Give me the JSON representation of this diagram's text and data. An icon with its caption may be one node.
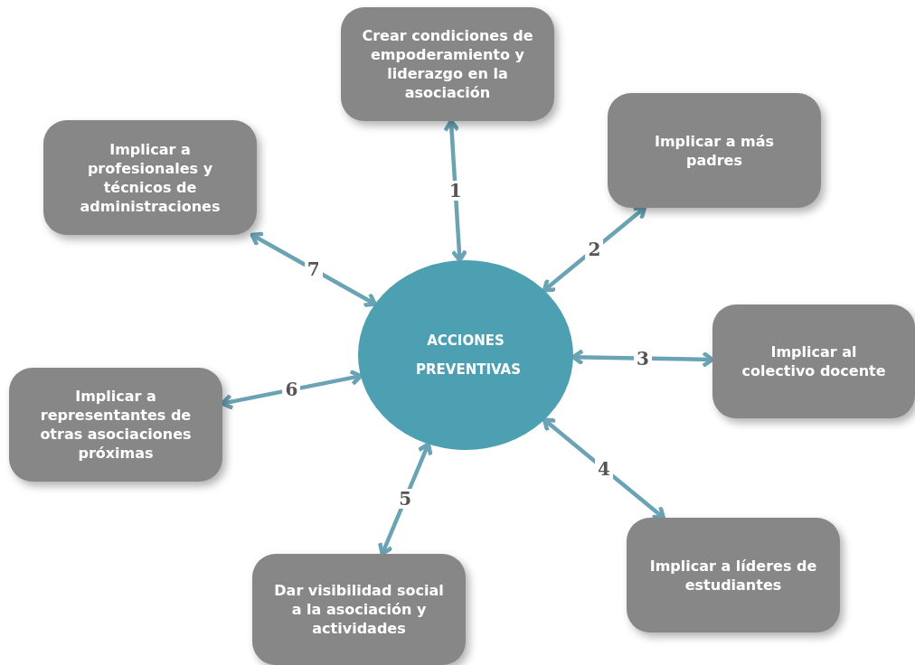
{
  "diagram": {
    "nodes": [
      {
        "text": [
          "ACCIONES PREVENTIVAS"
        ]
      },
      {
        "text": [
          "Crear condiciones de empoderamiento y liderazgo en la asociación"
        ]
      },
      {
        "text": [
          "Implicar a más padres"
        ]
      },
      {
        "text": [
          "Implicar al colectivo docente"
        ]
      },
      {
        "text": [
          "Implicar a líderes de estudiantes"
        ]
      },
      {
        "text": [
          "Dar visibilidad social a la asociación y actividades"
        ]
      },
      {
        "text": [
          "Implicar a representantes de otras asociaciones próximas"
        ]
      },
      {
        "text": [
          "Implicar a profesionales y técnicos de administraciones"
        ]
      }
    ],
    "edges": [
      {
        "from": 0,
        "to": 1,
        "arrow": "both",
        "label": "1"
      },
      {
        "from": 0,
        "to": 2,
        "arrow": "both",
        "label": "2"
      },
      {
        "from": 0,
        "to": 3,
        "arrow": "both",
        "label": "3"
      },
      {
        "from": 0,
        "to": 4,
        "arrow": "both",
        "label": "4"
      },
      {
        "from": 0,
        "to": 5,
        "arrow": "both",
        "label": "5"
      },
      {
        "from": 0,
        "to": 6,
        "arrow": "both",
        "label": "6"
      },
      {
        "from": 0,
        "to": 7,
        "arrow": "both",
        "label": "7"
      }
    ]
  }
}
